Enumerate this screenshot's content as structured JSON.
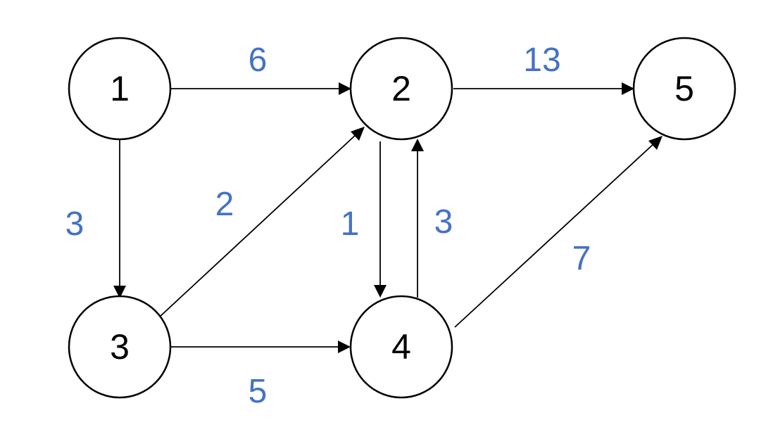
{
  "colors": {
    "weight": "#4472C4",
    "node_stroke": "#000000",
    "edge": "#000000"
  },
  "nodes": [
    {
      "id": "1",
      "label": "1"
    },
    {
      "id": "2",
      "label": "2"
    },
    {
      "id": "3",
      "label": "3"
    },
    {
      "id": "4",
      "label": "4"
    },
    {
      "id": "5",
      "label": "5"
    }
  ],
  "edges": [
    {
      "from": "1",
      "to": "2",
      "weight": "6"
    },
    {
      "from": "1",
      "to": "3",
      "weight": "3"
    },
    {
      "from": "2",
      "to": "5",
      "weight": "13"
    },
    {
      "from": "3",
      "to": "2",
      "weight": "2"
    },
    {
      "from": "2",
      "to": "4",
      "weight": "1"
    },
    {
      "from": "4",
      "to": "2",
      "weight": "3"
    },
    {
      "from": "3",
      "to": "4",
      "weight": "5"
    },
    {
      "from": "4",
      "to": "5",
      "weight": "7"
    }
  ]
}
